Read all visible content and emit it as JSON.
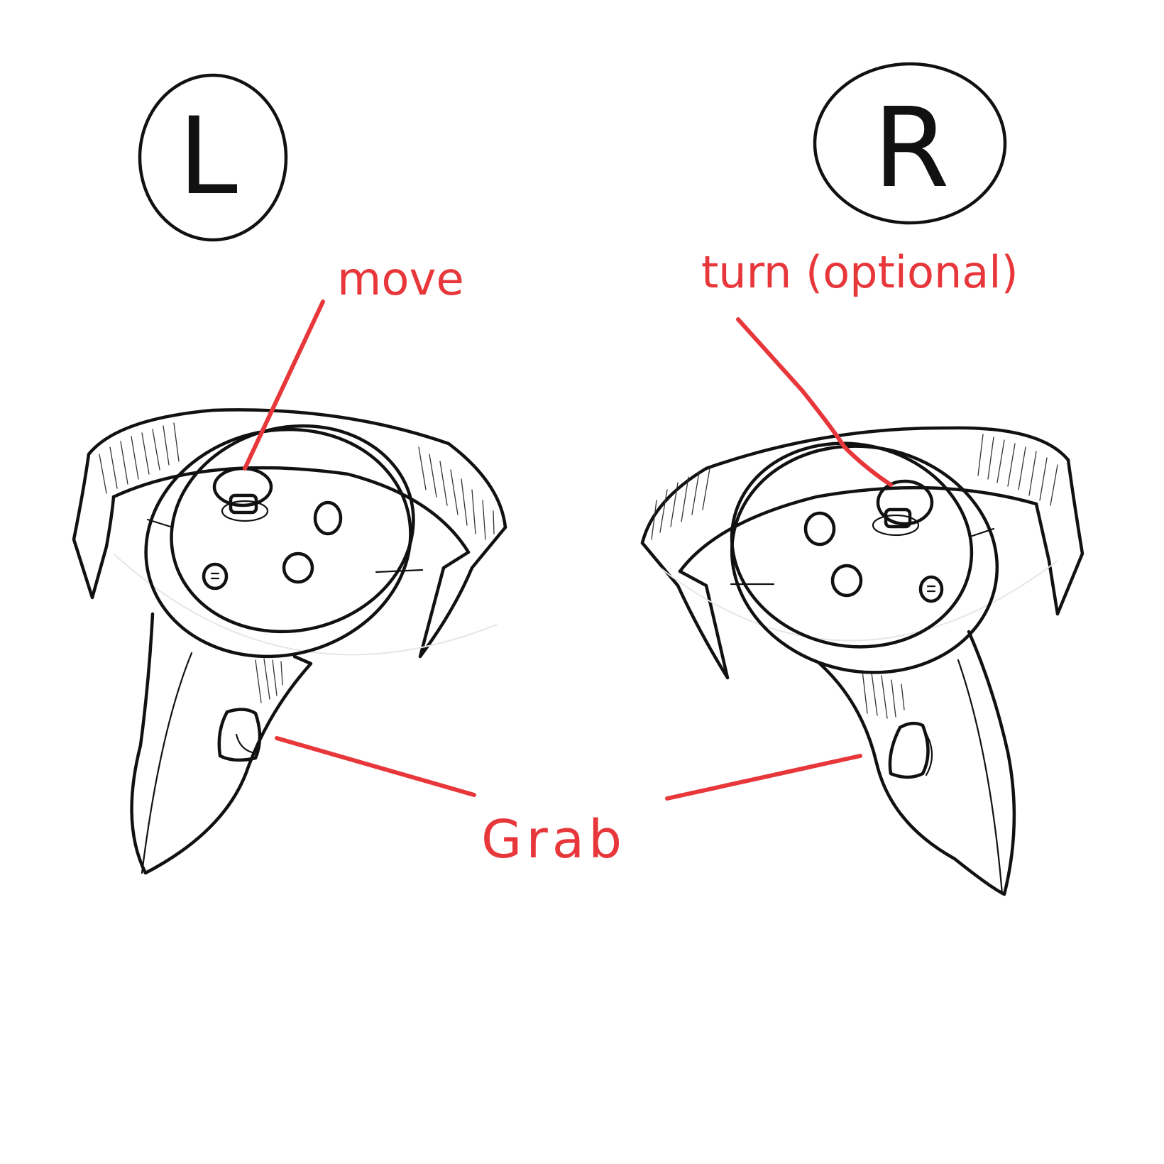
{
  "left_badge": {
    "text": "L"
  },
  "right_badge": {
    "text": "R"
  },
  "labels": {
    "move": "move",
    "turn": "turn (optional)",
    "grab": "Grab"
  },
  "colors": {
    "annotation": "#e8373b",
    "ink": "#111111",
    "background": "#ffffff"
  }
}
